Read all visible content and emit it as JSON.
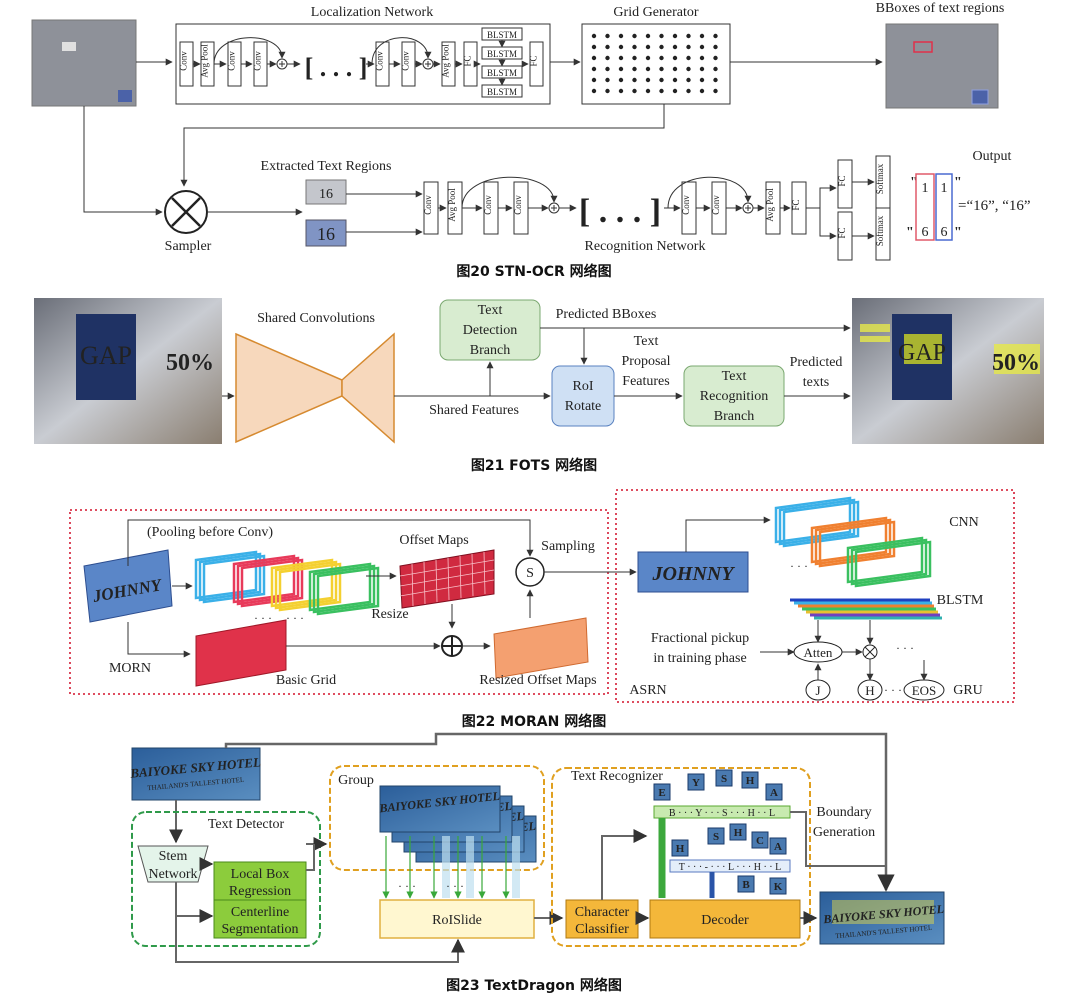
{
  "fig20": {
    "caption": "图20    STN-OCR 网络图",
    "localization_network": "Localization  Network",
    "grid_generator": "Grid  Generator",
    "bboxes_label": "BBoxes  of  text  regions",
    "extracted_regions": "Extracted  Text  Regions",
    "recognition_network": "Recognition  Network",
    "sampler": "Sampler",
    "output_label": "Output",
    "output_text": "=“16”, “16”",
    "layer_conv": "Conv",
    "layer_avgpool": "Avg Pool",
    "layer_fc": "FC",
    "layer_blstm": "BLSTM",
    "layer_softmax": "Softmax",
    "ellipsis": "[ . . . ]",
    "image_number": "16",
    "out_col1": [
      "1",
      "6"
    ],
    "out_col2": [
      "1",
      "6"
    ]
  },
  "fig21": {
    "caption": "图21    FOTS 网络图",
    "shared_convolutions": "Shared  Convolutions",
    "shared_features": "Shared  Features",
    "text_detection_branch": [
      "Text",
      "Detection",
      "Branch"
    ],
    "predicted_bboxes": "Predicted  BBoxes",
    "text_proposal_features": [
      "Text",
      "Proposal",
      "Features"
    ],
    "roi_rotate": [
      "RoI",
      "Rotate"
    ],
    "text_recognition_branch": [
      "Text",
      "Recognition",
      "Branch"
    ],
    "predicted_texts": [
      "Predicted",
      "texts"
    ],
    "photo_text_gap": "GAP",
    "photo_text_sale": "50%"
  },
  "fig22": {
    "caption": "图22    MORAN 网络图",
    "pooling_before_conv": "(Pooling  before  Conv)",
    "offset_maps": "Offset  Maps",
    "sampling": "Sampling",
    "sampling_symbol": "S",
    "resize": "Resize",
    "morn": "MORN",
    "basic_grid": "Basic  Grid",
    "resized_offset_maps": "Resized  Offset  Maps",
    "cnn": "CNN",
    "blstm": "BLSTM",
    "fractional_pickup": [
      "Fractional  pickup",
      "in  training  phase"
    ],
    "atten": "Atten",
    "asrn": "ASRN",
    "gru": "GRU",
    "token_j": "J",
    "token_h": "H",
    "token_eos": "EOS",
    "johnny": "JOHNNY",
    "dots": "· · ·"
  },
  "fig23": {
    "caption": "图23    TextDragon 网络图",
    "text_detector": "Text  Detector",
    "stem_network": [
      "Stem",
      "Network"
    ],
    "local_box_regression": [
      "Local  Box",
      "Regression"
    ],
    "centerline_segmentation": [
      "Centerline",
      "Segmentation"
    ],
    "group": "Group",
    "roislide": "RoISlide",
    "text_recognizer": "Text  Recognizer",
    "character_classifier": [
      "Character",
      "Classifier"
    ],
    "decoder": "Decoder",
    "boundary_generation": [
      "Boundary",
      "Generation"
    ],
    "sign_title": "BAIYOKE SKY HOTEL",
    "sign_subtitle": "THAILAND'S TALLEST HOTEL",
    "seq_top": "B · · · Y · · · S · · · H · · L",
    "seq_mid": "T · · · - · · · L · · · H · · L",
    "dots": "· · ·"
  },
  "colors": {
    "green_box": "#d8ecd0",
    "blue_box": "#cfe0f4",
    "orange_trap": "#f7d8bc",
    "dotted_red": "#d9344a",
    "dash_green": "#2f9a4a",
    "dash_orange": "#e0a020",
    "lime": "#8ccc3c",
    "decoder": "#f4b73a"
  }
}
